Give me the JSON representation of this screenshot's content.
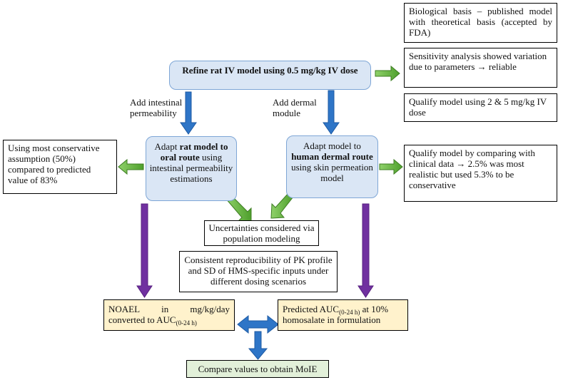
{
  "nodes": {
    "bio": "Biological basis – published model with theoretical basis (accepted by FDA)",
    "sensitivity": "Sensitivity analysis showed variation due to parameters → reliable",
    "qualify_iv": "Qualify model using 2 & 5 mg/kg IV dose",
    "refine": "Refine rat IV model using 0.5 mg/kg IV dose",
    "add_intestinal": "Add intestinal permeability",
    "add_dermal": "Add dermal module",
    "conservative": "Using most conservative assumption (50%) compared to predicted value of 83%",
    "oral": {
      "pre": "Adapt ",
      "bold": "rat model to oral route",
      "post": " using intestinal permeability estimations"
    },
    "dermal": {
      "pre": "Adapt model to ",
      "bold": "human dermal route",
      "post": " using skin permeation model"
    },
    "qualify_clinical": "Qualify model by comparing with clinical data → 2.5% was most realistic but used 5.3% to be conservative",
    "uncertainties": "Uncertainties considered via population modeling",
    "reproducibility": "Consistent reproducibility of PK profile and SD of HMS-specific inputs under different dosing scenarios",
    "noael": {
      "w1": "NOAEL",
      "w2": "in",
      "w3": "mg/kg/day",
      "line2": "converted to AUC",
      "sub": "(0-24 h)"
    },
    "predicted": {
      "pre": "Predicted AUC",
      "sub": "(0-24 h)",
      "post": " at 10% homosalate in formulation"
    },
    "compare": "Compare values to obtain MoIE"
  },
  "colors": {
    "blue_box_fill": "#dae6f5",
    "blue_box_border": "#7ea6d6",
    "yellow_box_fill": "#fff2cc",
    "green_box_fill": "#e2f0d9",
    "blue_arrow": "#2e75c7",
    "green_arrow": "#6fbe44",
    "purple_arrow": "#7030a0"
  }
}
